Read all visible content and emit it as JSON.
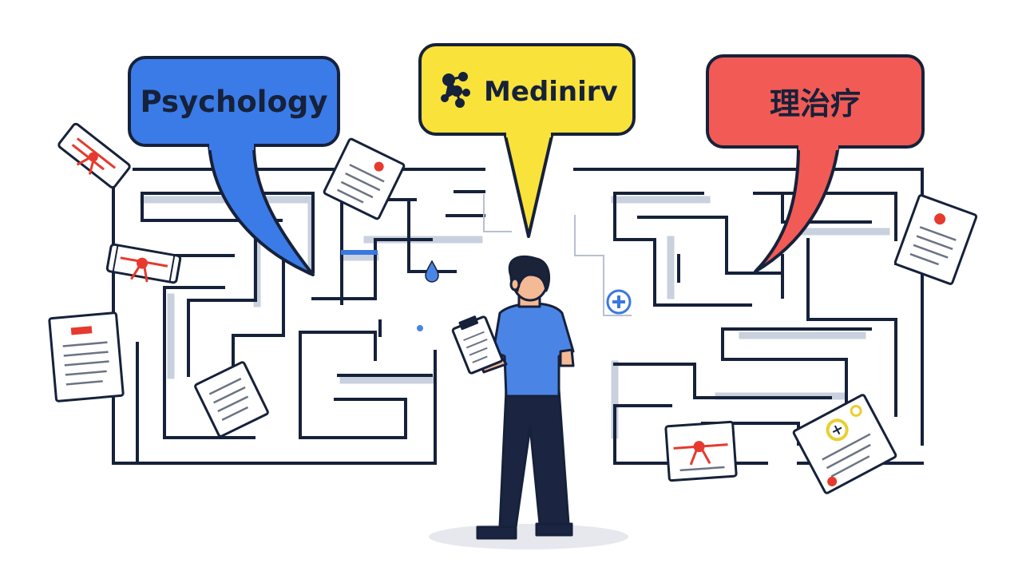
{
  "bubbles": [
    {
      "label": "Psychology",
      "color": "#3b7be8"
    },
    {
      "label": "Medinirv",
      "color": "#f9e23a",
      "icon": "molecule-icon"
    },
    {
      "label": "理治疗",
      "color": "#f25a55"
    }
  ],
  "colors": {
    "outline": "#16213a",
    "maze_shadow": "#c9d0de",
    "shirt": "#4a85e6",
    "pants": "#1b2542",
    "skin": "#f4b995",
    "hair": "#1a2338",
    "accent_red": "#e63a2e",
    "accent_blue": "#3a78dd",
    "accent_yellow": "#e9cf33"
  },
  "icons": [
    "plus-circle-icon",
    "water-drop-icon",
    "clipboard-icon",
    "certificate-icon",
    "document-icon",
    "scroll-icon"
  ]
}
